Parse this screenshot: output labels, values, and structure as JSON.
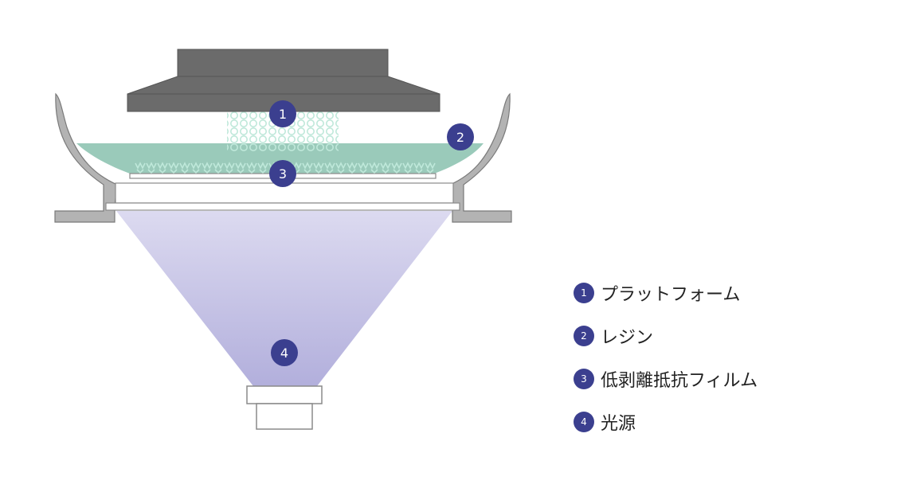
{
  "colors": {
    "badge": "#3b3f8f",
    "platform": "#6b6b6b",
    "vat_frame": "#b3b3b3",
    "resin": "#8fc4b2",
    "film_pattern": "#bfe8da",
    "light_cone": "#c7c4e4"
  },
  "diagram_markers": [
    {
      "number": "1"
    },
    {
      "number": "2"
    },
    {
      "number": "3"
    },
    {
      "number": "4"
    }
  ],
  "legend": [
    {
      "number": "1",
      "label": "プラットフォーム"
    },
    {
      "number": "2",
      "label": "レジン"
    },
    {
      "number": "3",
      "label": "低剥離抵抗フィルム"
    },
    {
      "number": "4",
      "label": "光源"
    }
  ]
}
